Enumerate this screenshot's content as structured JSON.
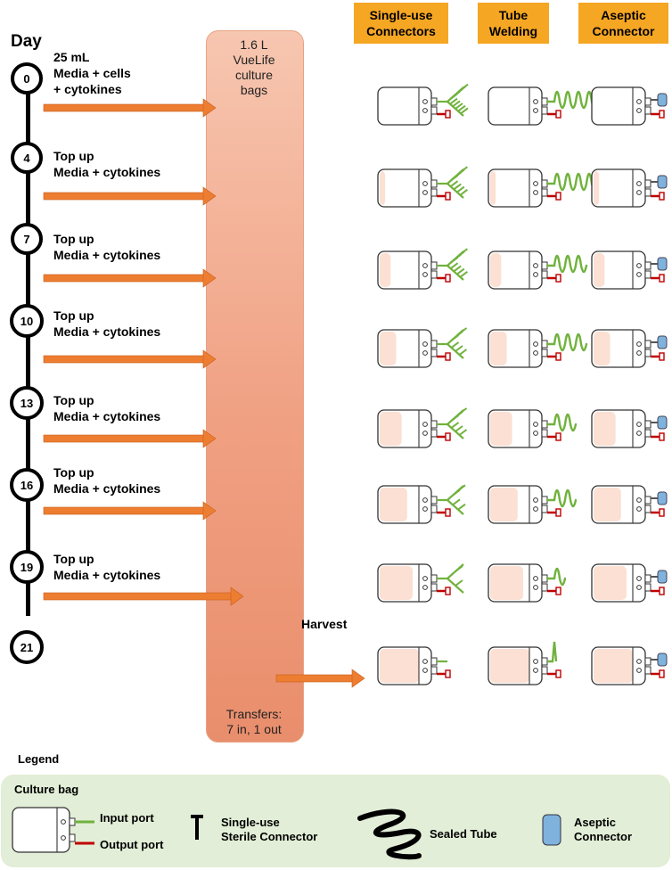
{
  "timeline": {
    "title": "Day",
    "days": [
      {
        "day": "0",
        "lines": [
          "25 mL",
          "Media + cells",
          "+ cytokines"
        ]
      },
      {
        "day": "4",
        "lines": [
          "Top up",
          "Media + cytokines"
        ]
      },
      {
        "day": "7",
        "lines": [
          "Top up",
          "Media + cytokines"
        ]
      },
      {
        "day": "10",
        "lines": [
          "Top up",
          "Media + cytokines"
        ]
      },
      {
        "day": "13",
        "lines": [
          "Top up",
          "Media + cytokines"
        ]
      },
      {
        "day": "16",
        "lines": [
          "Top up",
          "Media + cytokines"
        ]
      },
      {
        "day": "19",
        "lines": [
          "Top up",
          "Media + cytokines"
        ]
      },
      {
        "day": "21",
        "lines": []
      }
    ]
  },
  "culture_bags": {
    "label_lines": [
      "1.6 L",
      "VueLife",
      "culture",
      "bags"
    ],
    "transfer_lines": [
      "Transfers:",
      "7 in, 1 out"
    ]
  },
  "harvest_label": "Harvest",
  "columns": [
    {
      "key": "connectors",
      "lines": [
        "Single-use",
        "Connectors"
      ]
    },
    {
      "key": "welding",
      "lines": [
        "Tube",
        "Welding"
      ]
    },
    {
      "key": "aseptic",
      "lines": [
        "Aseptic",
        "Connector"
      ]
    }
  ],
  "fill_levels": [
    0,
    0.14,
    0.28,
    0.42,
    0.56,
    0.7,
    0.84,
    1.0
  ],
  "legend": {
    "title": "Legend",
    "culture_bag": "Culture bag",
    "input_port": "Input port",
    "output_port": "Output port",
    "connector_lines": [
      "Single-use",
      "Sterile Connector"
    ],
    "sealed_tube": "Sealed Tube",
    "aseptic_lines": [
      "Aseptic",
      "Connector"
    ]
  },
  "colors": {
    "header": "#f5a623",
    "arrow": "#ed7d31",
    "bag_fill": "#fbe0d3",
    "input_green": "#70b23d",
    "output_red": "#c00000",
    "aseptic_blue": "#7fb2dc",
    "legend_bg": "#e2eed7"
  }
}
